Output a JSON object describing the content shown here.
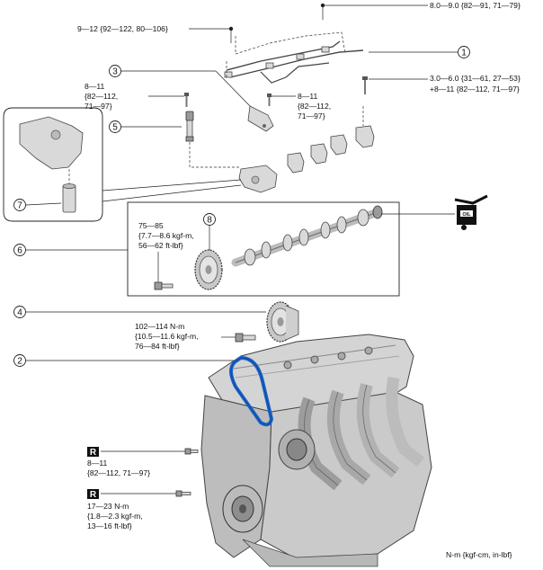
{
  "torque_labels": {
    "top_right": "8.0—9.0 {82—91, 71—79}",
    "top_left": "9—12 {92—122, 80—106}",
    "bolt_left_l1": "8—11",
    "bolt_left_l2": "{82—112,",
    "bolt_left_l3": "71—97}",
    "bolt_mid_l1": "8—11",
    "bolt_mid_l2": "{82—112,",
    "bolt_mid_l3": "71—97}",
    "cap_l1": "3.0—6.0 {31—61, 27—53}",
    "cap_l2": "+8—11 {82—112, 71—97}",
    "sprocket_l1": "75—85",
    "sprocket_l2": "{7.7—8.6 kgf-m,",
    "sprocket_l3": "56—62 ft-lbf}",
    "pulley_l1": "102—114 N-m",
    "pulley_l2": "{10.5—11.6 kgf-m,",
    "pulley_l3": "76—84 ft-lbf}",
    "r1_l1": "8—11",
    "r1_l2": "{82—112, 71—97}",
    "r2_l1": "17—23 N-m",
    "r2_l2": "{1.8—2.3 kgf-m,",
    "r2_l3": "13—16 ft-lbf}"
  },
  "callouts": [
    "1",
    "2",
    "3",
    "4",
    "5",
    "6",
    "7",
    "8"
  ],
  "r_badge": "R",
  "oil_label": "OIL",
  "units": "N-m {kgf-cm, in-lbf}",
  "colors": {
    "timing_chain": "#1a63c9",
    "ink": "#111111"
  }
}
